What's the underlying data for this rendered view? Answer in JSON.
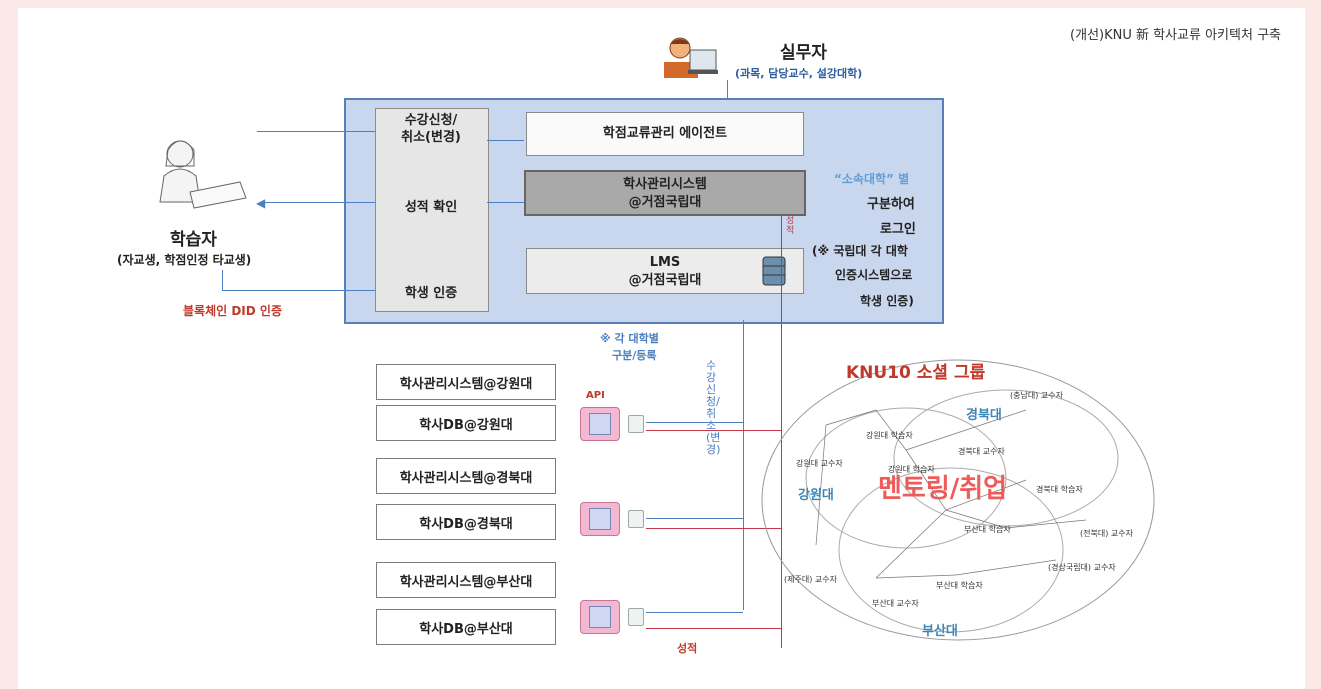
{
  "caption": "(개선)KNU 新 학사교류 아키텍처 구축",
  "practitioner": {
    "title": "실무자",
    "subtitle": "(과목, 담당교수, 설강대학)"
  },
  "learner": {
    "title": "학습자",
    "subtitle": "(자교생, 학점인정 타교생)",
    "blockchain": "블록체인 DID 인증"
  },
  "left_column": {
    "item1": "수강신청/\n취소(변경)",
    "item2": "성적 확인",
    "item3": "학생 인증"
  },
  "center": {
    "agent": "학점교류관리 에이전트",
    "haksa_line1": "학사관리시스템",
    "haksa_line2": "@거점국립대",
    "lms_line1": "LMS",
    "lms_line2": "@거점국립대"
  },
  "right_note": {
    "quote": "“소속대학” 별",
    "line2": "구분하여",
    "line3": "로그인",
    "line4": "(※ 국립대 각 대학",
    "line5": "인증시스템으로",
    "line6": "학생 인증)"
  },
  "vertical_labels": {
    "grade_small": "성적",
    "course": "수강신청/취소(변경)"
  },
  "register_note": {
    "line1": "※ 각 대학별",
    "line2": "구분/등록"
  },
  "api_label": "API",
  "grade_label": "성적",
  "universities": [
    {
      "system": "학사관리시스템@강원대",
      "db": "학사DB@강원대"
    },
    {
      "system": "학사관리시스템@경북대",
      "db": "학사DB@경북대"
    },
    {
      "system": "학사관리시스템@부산대",
      "db": "학사DB@부산대"
    }
  ],
  "social": {
    "title": "KNU10 소셜 그룹",
    "center": "멘토링/취업",
    "regions": [
      "경북대",
      "강원대",
      "부산대"
    ],
    "nodes": [
      "(충남대) 교수자",
      "강원대 학습자",
      "강원대 교수자",
      "경북대 교수자",
      "강원대 학습자",
      "경북대 학습자",
      "부산대 학습자",
      "(전북대) 교수자",
      "(경상국립대) 교수자",
      "(제주대) 교수자",
      "부산대 학습자",
      "부산대 교수자"
    ]
  },
  "colors": {
    "blue_line": "#4b7fbf",
    "red_line": "#c4384a",
    "box_fill": "#c9d7ee",
    "accent_red": "#c0392b",
    "accent_blue": "#3d86b8"
  }
}
